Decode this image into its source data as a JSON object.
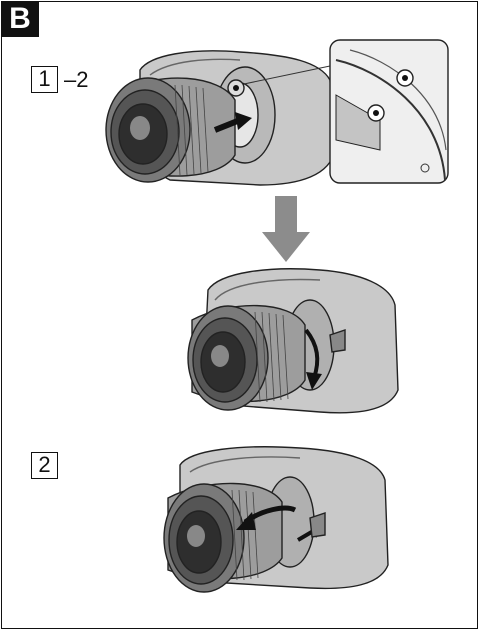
{
  "section": {
    "label": "B"
  },
  "steps": [
    {
      "number": "1",
      "suffix": "–2"
    },
    {
      "number": "2",
      "suffix": ""
    }
  ],
  "icons": [
    "camera-lens-attach-illustration",
    "mount-detail-inset",
    "down-arrow-icon",
    "lens-rotate-illustration",
    "lens-remove-illustration"
  ]
}
